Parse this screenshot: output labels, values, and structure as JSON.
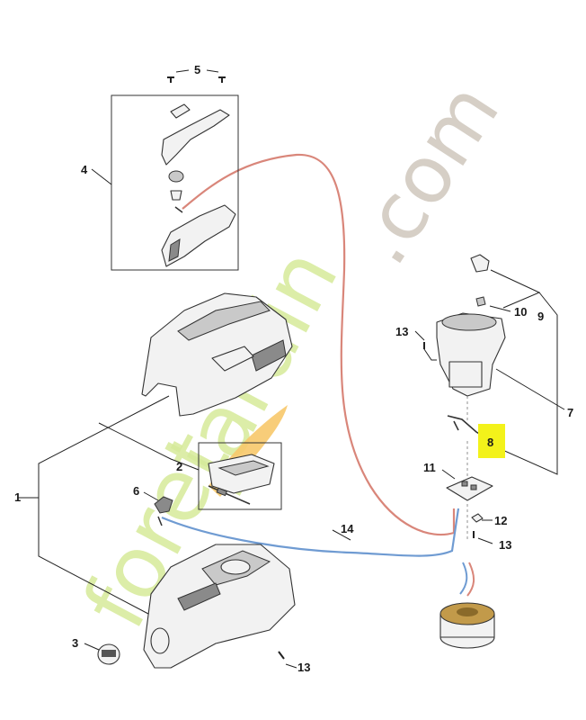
{
  "callouts": [
    {
      "id": "c1",
      "text": "1"
    },
    {
      "id": "c2",
      "text": "2"
    },
    {
      "id": "c3",
      "text": "3"
    },
    {
      "id": "c4",
      "text": "4"
    },
    {
      "id": "c5",
      "text": "5"
    },
    {
      "id": "c6",
      "text": "6"
    },
    {
      "id": "c7",
      "text": "7"
    },
    {
      "id": "c8",
      "text": "8"
    },
    {
      "id": "c9",
      "text": "9"
    },
    {
      "id": "c10",
      "text": "10"
    },
    {
      "id": "c11",
      "text": "11"
    },
    {
      "id": "c12",
      "text": "12"
    },
    {
      "id": "c13a",
      "text": "13"
    },
    {
      "id": "c13b",
      "text": "13"
    },
    {
      "id": "c13c",
      "text": "13"
    },
    {
      "id": "c14",
      "text": "14"
    }
  ],
  "highlight": {
    "label": "8",
    "color": "#f3f21a"
  },
  "watermark": {
    "left_text": "foret",
    "left_text_2": "jardin",
    "right_text": ".com",
    "colors": {
      "green": "#d6ea9a",
      "orange": "#f7c86a",
      "grey": "#cfc7bd"
    }
  },
  "hose_colors": {
    "red": "#d9867a",
    "blue": "#6f9bd2"
  }
}
